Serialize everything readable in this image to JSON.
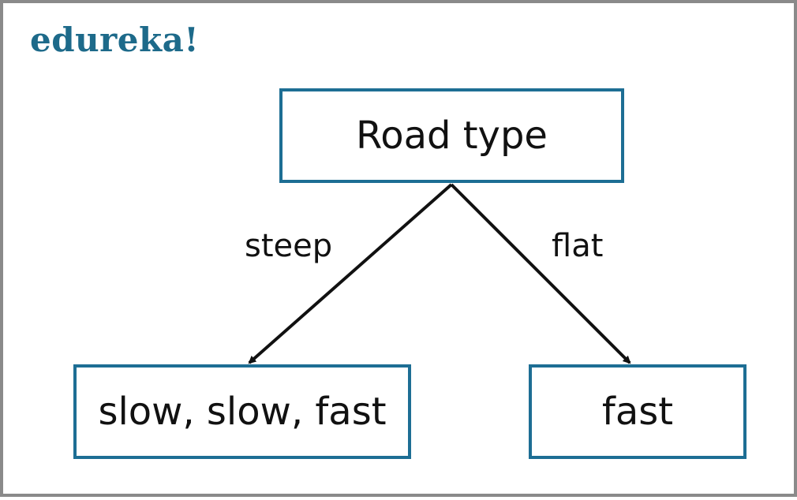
{
  "logo": {
    "text": "edureka!"
  },
  "tree": {
    "root": {
      "label": "Road type"
    },
    "branches": [
      {
        "edge_label": "steep",
        "leaf": "slow, slow, fast"
      },
      {
        "edge_label": "flat",
        "leaf": "fast"
      }
    ]
  },
  "colors": {
    "box_border": "#1d6e94",
    "logo": "#1d6a8a",
    "frame_border": "#8a8a8a",
    "arrow": "#111111"
  }
}
